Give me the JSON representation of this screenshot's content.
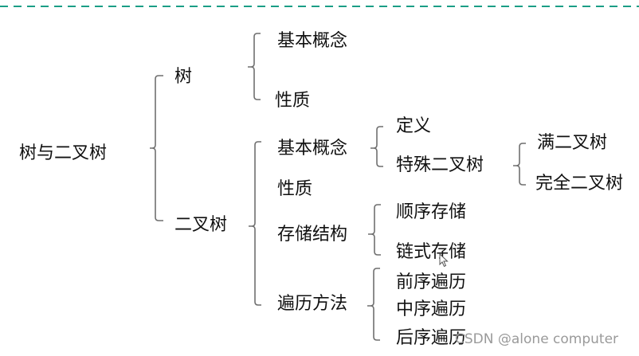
{
  "colors": {
    "top_rule": "#1a9e86",
    "bracket": "#6f6f6f",
    "text": "#111111",
    "watermark": "#9a9a9a"
  },
  "diagram": {
    "root": "树与二叉树",
    "tree": {
      "label": "树",
      "children": [
        "基本概念",
        "性质"
      ]
    },
    "binary_tree": {
      "label": "二叉树",
      "concept": {
        "label": "基本概念",
        "definition": "定义",
        "special": {
          "label": "特殊二叉树",
          "children": [
            "满二叉树",
            "完全二叉树"
          ]
        }
      },
      "property": "性质",
      "storage": {
        "label": "存储结构",
        "children": [
          "顺序存储",
          "链式存储"
        ]
      },
      "traversal": {
        "label": "遍历方法",
        "children": [
          "前序遍历",
          "中序遍历",
          "后序遍历"
        ]
      }
    }
  },
  "watermark": "CSDN @alone computer"
}
